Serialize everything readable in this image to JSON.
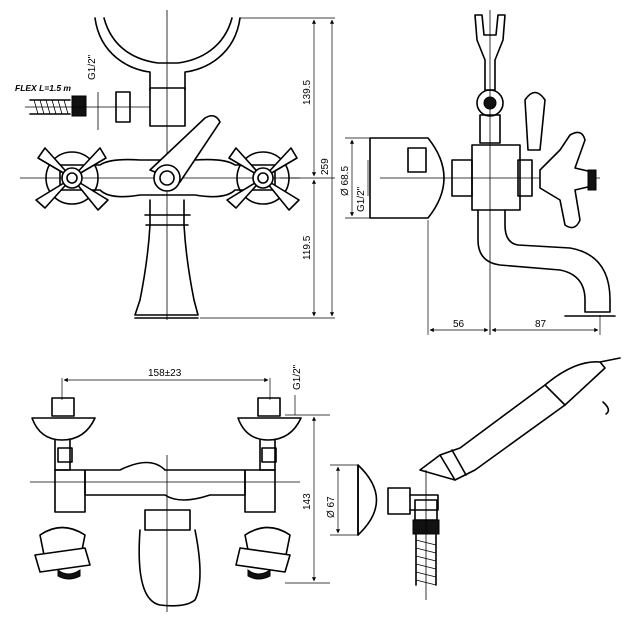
{
  "labels": {
    "flex": "FLEX L=1.5 m",
    "g_half_top": "G1/2\"",
    "dim_139_5": "139.5",
    "dim_259": "259",
    "dim_119_5": "119.5",
    "dim_68_5": "Ø 68.5",
    "g_half_side": "G1/2\"",
    "dim_56": "56",
    "dim_87": "87",
    "dim_158": "158±23",
    "g_half_bottom": "G1/2\"",
    "dim_143": "143",
    "dim_67": "Ø 67"
  }
}
